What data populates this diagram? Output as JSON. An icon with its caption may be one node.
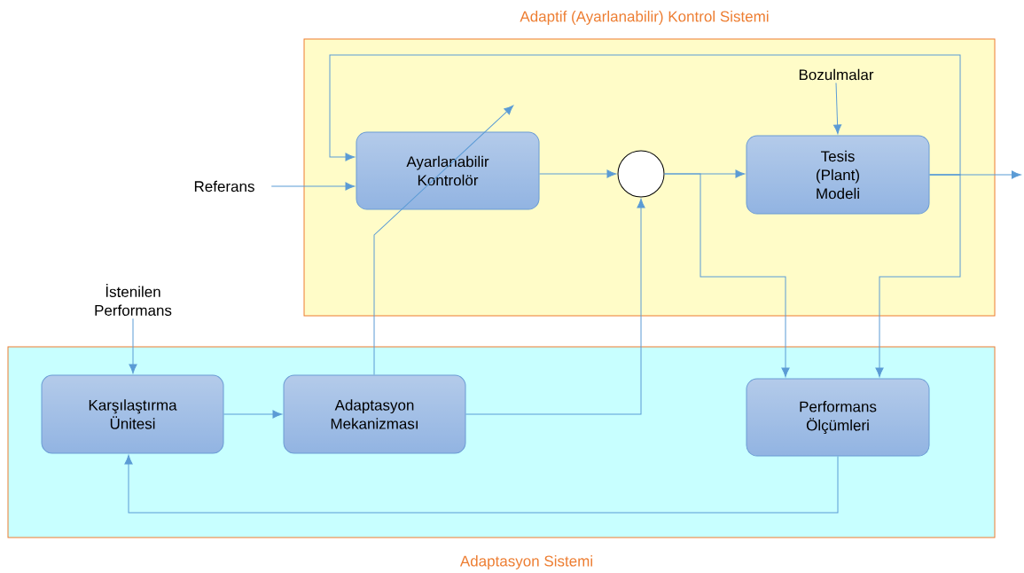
{
  "diagram": {
    "nodes": [
      {
        "text": [
          "Adaptif (Ayarlanabilir) Kontrol Sistemi"
        ]
      },
      {
        "text": [
          "Referans"
        ]
      },
      {
        "text": [
          "Ayarlanabilir Kontrolör"
        ],
        "in": 0
      },
      {
        "text": [],
        "shape": "circle",
        "in": 0
      },
      {
        "text": [
          "Bozulmalar"
        ],
        "in": 0
      },
      {
        "text": [
          "Tesis (Plant) Modeli"
        ],
        "in": 0
      },
      {
        "text": [
          "Adaptasyon Sistemi"
        ]
      },
      {
        "text": [
          "İstenilen Performans"
        ]
      },
      {
        "text": [
          "Karşılaştırma Ünitesi"
        ],
        "in": 6
      },
      {
        "text": [
          "Adaptasyon Mekanizması"
        ],
        "in": 6
      },
      {
        "text": [
          "Performans Ölçümleri"
        ],
        "in": 6
      }
    ],
    "edges": [
      {
        "from": 1,
        "to": 2,
        "arrow": "to"
      },
      {
        "from": 2,
        "to": 3,
        "arrow": "to"
      },
      {
        "from": 3,
        "to": 5,
        "arrow": "to"
      },
      {
        "from": 4,
        "to": 5,
        "arrow": "to"
      },
      {
        "from": 5,
        "to": null,
        "arrow": "to"
      },
      {
        "from": 5,
        "to": 2,
        "arrow": "to"
      },
      {
        "from": 5,
        "to": 10,
        "arrow": "to"
      },
      {
        "from": 3,
        "to": 10,
        "arrow": "to"
      },
      {
        "from": 7,
        "to": 8,
        "arrow": "to"
      },
      {
        "from": 8,
        "to": 9,
        "arrow": "to"
      },
      {
        "from": 9,
        "to": 3,
        "arrow": "to"
      },
      {
        "from": 9,
        "to": null,
        "arrow": "to"
      },
      {
        "from": 10,
        "to": 8,
        "arrow": "to"
      }
    ]
  }
}
